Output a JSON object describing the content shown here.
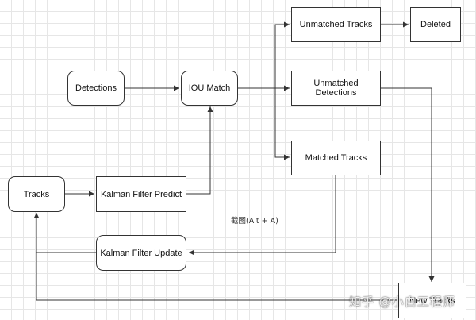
{
  "nodes": {
    "detections": "Detections",
    "iou_match": "IOU Match",
    "unmatched_tracks": "Unmatched Tracks",
    "deleted": "Deleted",
    "unmatched_detections": "Unmatched Detections",
    "matched_tracks": "Matched Tracks",
    "tracks": "Tracks",
    "kalman_predict": "Kalman Filter Predict",
    "kalman_update": "Kalman Filter Update",
    "new_tracks": "New Tracks"
  },
  "screenshot_tooltip": "截图(Alt + A)",
  "watermark": "知乎 @小白工程师",
  "colors": {
    "line": "#333333",
    "grid": "#e6e6e6",
    "box_fill": "#ffffff"
  }
}
